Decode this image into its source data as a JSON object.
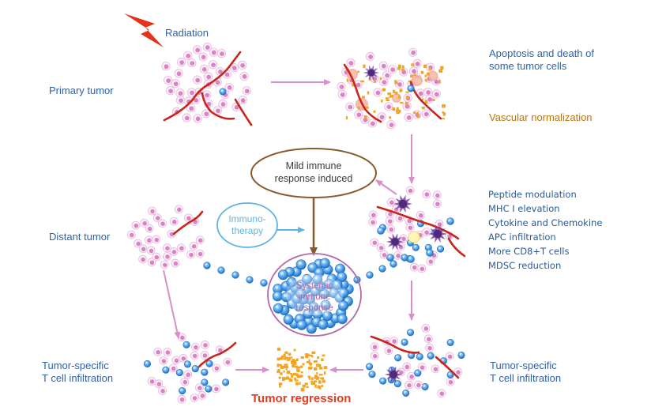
{
  "labels": {
    "radiation": "Radiation",
    "primary_tumor": "Primary tumor",
    "apoptosis_line1": "Apoptosis and death of",
    "apoptosis_line2": "some tumor cells",
    "vascular_normalization": "Vascular normalization",
    "mild_immune_line1": "Mild immune",
    "mild_immune_line2": "response induced",
    "immunotherapy_line1": "Immuno-",
    "immunotherapy_line2": "therapy",
    "distant_tumor": "Distant tumor",
    "systemic_line1": "Systemic",
    "systemic_line2": "immune",
    "systemic_line3": "response",
    "tumor_specific_left_line1": "Tumor-specific",
    "tumor_specific_left_line2": "T cell infiltration",
    "tumor_specific_right_line1": "Tumor-specific",
    "tumor_specific_right_line2": "T cell infiltration",
    "tumor_regression": "Tumor regression"
  },
  "effects_list": [
    "Peptide modulation",
    "MHC I elevation",
    "Cytokine and Chemokine",
    "APC infiltration",
    "More CD8+T cells",
    "MDSC reduction"
  ],
  "colors": {
    "label_blue": "#2f63a8",
    "label_brown": "#b8760f",
    "regression_red": "#e23b20",
    "arrow_pink": "#d98fc9",
    "arrow_brown": "#8a5a2b",
    "arrow_blue": "#5eb5e3",
    "tumor_cell": "#d982c4",
    "t_cell": "#3d8fdc",
    "vessel": "#c8261c",
    "debris": "#f1a521",
    "apc": "#7a3fa0"
  }
}
